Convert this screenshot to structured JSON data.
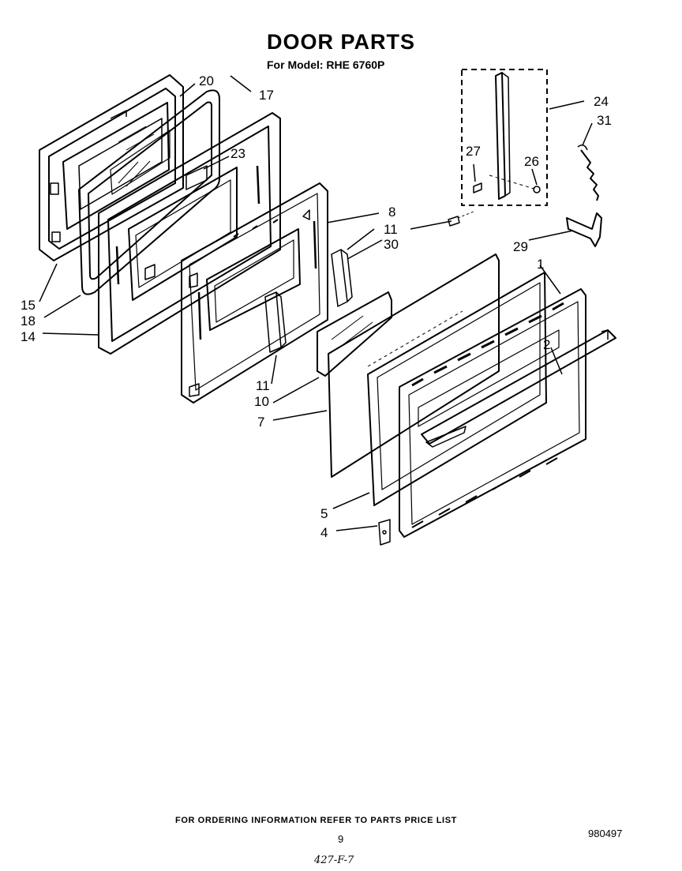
{
  "header": {
    "title": "DOOR PARTS",
    "subtitle": "For Model: RHE 6760P"
  },
  "callouts": {
    "c1": "1",
    "c2": "2",
    "c4": "4",
    "c5": "5",
    "c7": "7",
    "c8": "8",
    "c10": "10",
    "c11a": "11",
    "c11b": "11",
    "c14": "14",
    "c15": "15",
    "c17": "17",
    "c18": "18",
    "c20": "20",
    "c23": "23",
    "c24": "24",
    "c26": "26",
    "c27": "27",
    "c29": "29",
    "c30": "30",
    "c31": "31"
  },
  "footer": {
    "ordering_note": "FOR ORDERING INFORMATION REFER TO PARTS PRICE LIST",
    "page_number": "9",
    "document_number": "980497",
    "handwritten_note": "427-F-7"
  }
}
